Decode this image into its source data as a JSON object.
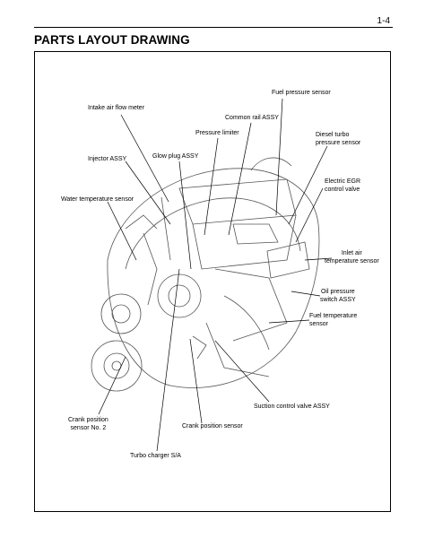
{
  "header": {
    "page_number": "1-4",
    "title": "PARTS LAYOUT DRAWING"
  },
  "labels": {
    "fuel_pressure_sensor": "Fuel pressure sensor",
    "intake_air_flow_meter": "Intake air flow meter",
    "common_rail_assy": "Common rail ASSY",
    "pressure_limiter": "Pressure limiter",
    "diesel_turbo_1": "Diesel turbo",
    "diesel_turbo_2": "pressure sensor",
    "injector_assy": "Injector ASSY",
    "glow_plug_assy": "Glow plug ASSY",
    "electric_egr_1": "Electric EGR",
    "electric_egr_2": "control valve",
    "water_temperature_sensor": "Water temperature sensor",
    "inlet_air_1": "Inlet air",
    "inlet_air_2": "temperature sensor",
    "oil_pressure_1": "Oil pressure",
    "oil_pressure_2": "switch ASSY",
    "fuel_temperature_1": "Fuel temperature",
    "fuel_temperature_2": "sensor",
    "suction_control_valve": "Suction control valve ASSY",
    "crank_position_no2_1": "Crank position",
    "crank_position_no2_2": "sensor No. 2",
    "crank_position_sensor": "Crank position sensor",
    "turbo_charger": "Turbo charger S/A"
  }
}
